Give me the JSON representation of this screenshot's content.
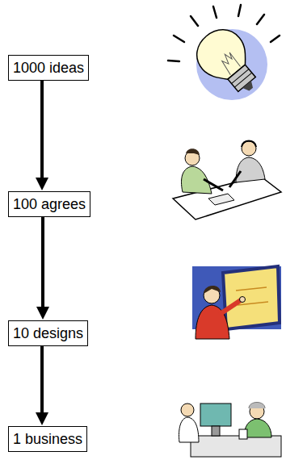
{
  "diagram": {
    "nodes": [
      {
        "text": [
          "1000 ideas"
        ]
      },
      {
        "text": [
          "100 agrees"
        ]
      },
      {
        "text": [
          "10 designs"
        ]
      },
      {
        "text": [
          "1 business"
        ]
      }
    ],
    "edges": [
      {
        "from": 0,
        "to": 1,
        "arrow": "to"
      },
      {
        "from": 1,
        "to": 2,
        "arrow": "to"
      },
      {
        "from": 2,
        "to": 3,
        "arrow": "to"
      }
    ]
  }
}
